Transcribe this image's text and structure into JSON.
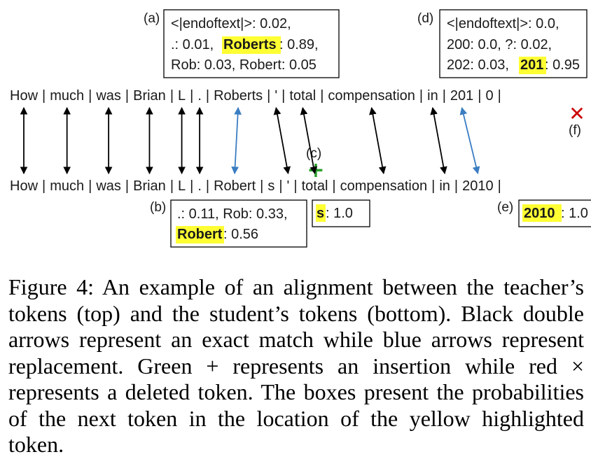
{
  "teacher_tokens": [
    "How",
    "much",
    "was",
    "Brian",
    "L",
    ".",
    "Roberts",
    "'",
    "total",
    "compensation",
    "in",
    "201",
    "0"
  ],
  "student_tokens": [
    "How",
    "much",
    "was",
    "Brian",
    "L",
    ".",
    "Robert",
    "s",
    "'",
    "total",
    "compensation",
    "in",
    "2010"
  ],
  "separator": "|",
  "labels": {
    "a": "(a)",
    "b": "(b)",
    "c": "(c)",
    "d": "(d)",
    "e": "(e)",
    "f": "(f)"
  },
  "boxes": {
    "a": {
      "line1": "<|endoftext|>: 0.02,",
      "line2_pre": ".: 0.01, ",
      "line2_hl": "Roberts",
      "line2_post": ": 0.89,",
      "line3": "Rob: 0.03, Robert: 0.05"
    },
    "b": {
      "line1": ".: 0.11, Rob: 0.33,",
      "line2_hl": "Robert",
      "line2_post": ": 0.56"
    },
    "c": {
      "hl": "s",
      "post": ": 1.0"
    },
    "d": {
      "line1": "<|endoftext|>: 0.0,",
      "line2": "200: 0.0, ?: 0.02,",
      "line3_pre": "202: 0.03, ",
      "line3_hl": "201",
      "line3_post": ": 0.95"
    },
    "e": {
      "hl": "2010",
      "post": ": 1.0"
    }
  },
  "symbols": {
    "insert": "+",
    "delete": "✕"
  },
  "colors": {
    "exact": "#000000",
    "replace": "#3a7dc2",
    "insert": "#2ca02c",
    "delete": "#cc0000",
    "highlight": "#ffff33"
  },
  "caption": "Figure 4:  An example of an alignment between the teacher’s tokens (top) and the student’s tokens (bottom). Black double arrows represent an exact match while blue arrows represent replacement. Green + represents an insertion while red × represents a deleted token. The boxes present the probabilities of the next token in the location of the yellow highlighted token."
}
